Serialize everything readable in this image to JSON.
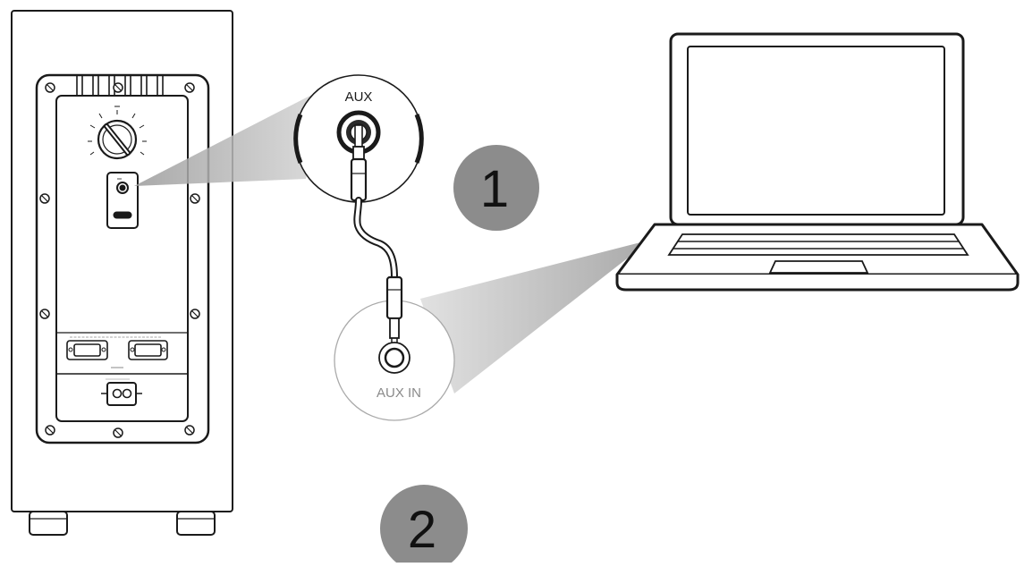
{
  "labels": {
    "aux": "AUX",
    "aux_in": "AUX IN"
  },
  "steps": {
    "step1": "1",
    "step2": "2"
  },
  "colors": {
    "line": "#1a1a1a",
    "step_badge": "#8c8c8c",
    "beam": "#c9c9c9",
    "label_gray": "#8a8a8a"
  }
}
